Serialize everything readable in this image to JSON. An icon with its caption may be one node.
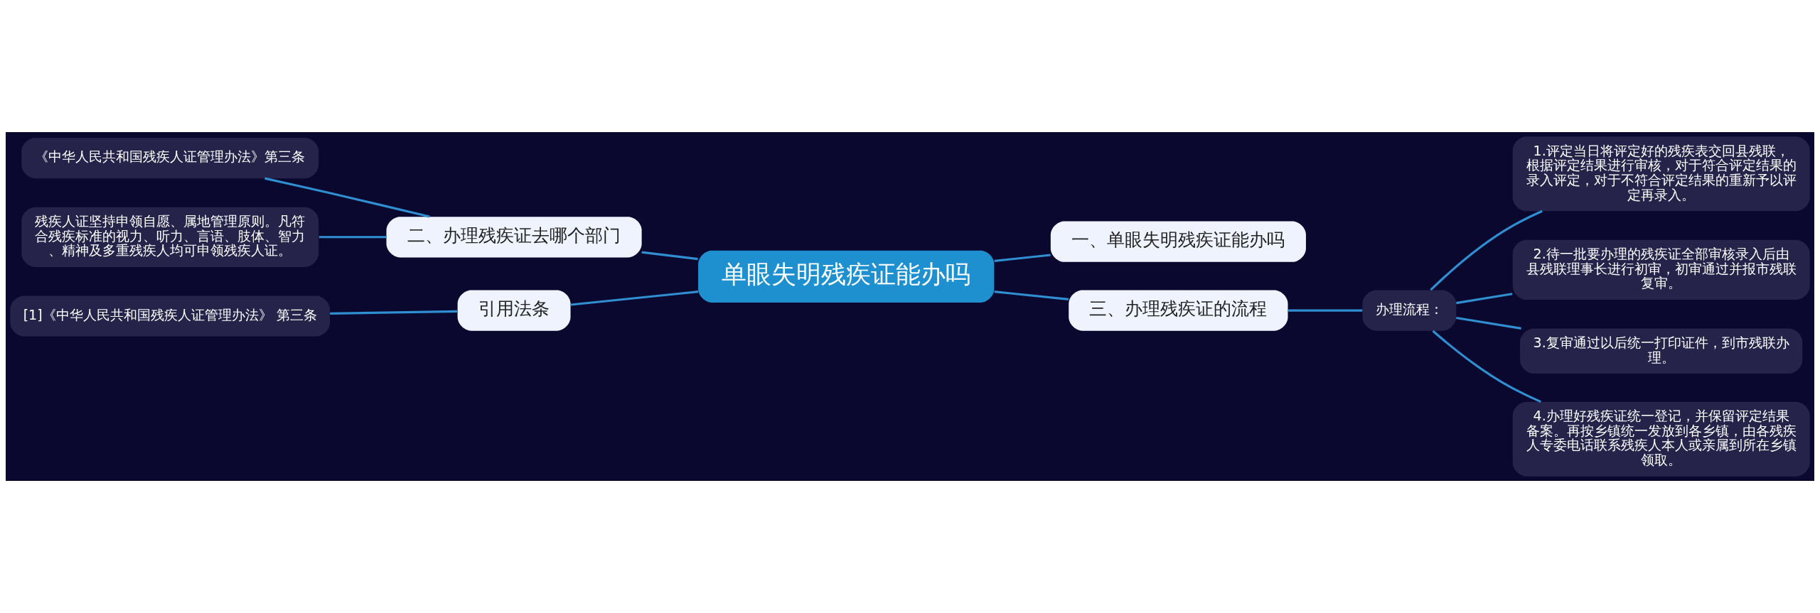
{
  "diagram": {
    "nodes": [
      {
        "text": [
          "单眼失明残疾证能办吗"
        ]
      },
      {
        "text": [
          "一、单眼失明残疾证能办吗"
        ]
      },
      {
        "text": [
          "二、办理残疾证去哪个部门"
        ]
      },
      {
        "text": [
          "《中华人民共和国残疾人证管理办法》第三条"
        ]
      },
      {
        "text": [
          "残疾人证坚持申领自愿、属地管理原则。凡符合残疾标准的视力、听力、言语、肢体、智力、精神及多重残疾人均可申领残疾人证。"
        ]
      },
      {
        "text": [
          "引用法条"
        ]
      },
      {
        "text": [
          "[1]《中华人民共和国残疾人证管理办法》 第三条"
        ]
      },
      {
        "text": [
          "三、办理残疾证的流程"
        ]
      },
      {
        "text": [
          "办理流程："
        ]
      },
      {
        "text": [
          "1.评定当日将评定好的残疾表交回县残联，根据评定结果进行审核，对于符合评定结果的录入评定，对于不符合评定结果的重新予以评定再录入。"
        ]
      },
      {
        "text": [
          "2.待一批要办理的残疾证全部审核录入后由县残联理事长进行初审，初审通过并报市残联复审。"
        ]
      },
      {
        "text": [
          "3.复审通过以后统一打印证件，到市残联办理。"
        ]
      },
      {
        "text": [
          "4.办理好残疾证统一登记，并保留评定结果备案。再按乡镇统一发放到各乡镇，由各残疾人专委电话联系残疾人本人或亲属到所在乡镇领取。"
        ]
      }
    ],
    "edges": [
      {
        "from": 0,
        "to": 1,
        "arrow": "none"
      },
      {
        "from": 0,
        "to": 2,
        "arrow": "none"
      },
      {
        "from": 2,
        "to": 3,
        "arrow": "none"
      },
      {
        "from": 2,
        "to": 4,
        "arrow": "none"
      },
      {
        "from": 0,
        "to": 5,
        "arrow": "none"
      },
      {
        "from": 5,
        "to": 6,
        "arrow": "none"
      },
      {
        "from": 0,
        "to": 7,
        "arrow": "none"
      },
      {
        "from": 7,
        "to": 8,
        "arrow": "none"
      },
      {
        "from": 8,
        "to": 9,
        "arrow": "none"
      },
      {
        "from": 8,
        "to": 10,
        "arrow": "none"
      },
      {
        "from": 8,
        "to": 11,
        "arrow": "none"
      },
      {
        "from": 8,
        "to": 12,
        "arrow": "none"
      }
    ]
  }
}
